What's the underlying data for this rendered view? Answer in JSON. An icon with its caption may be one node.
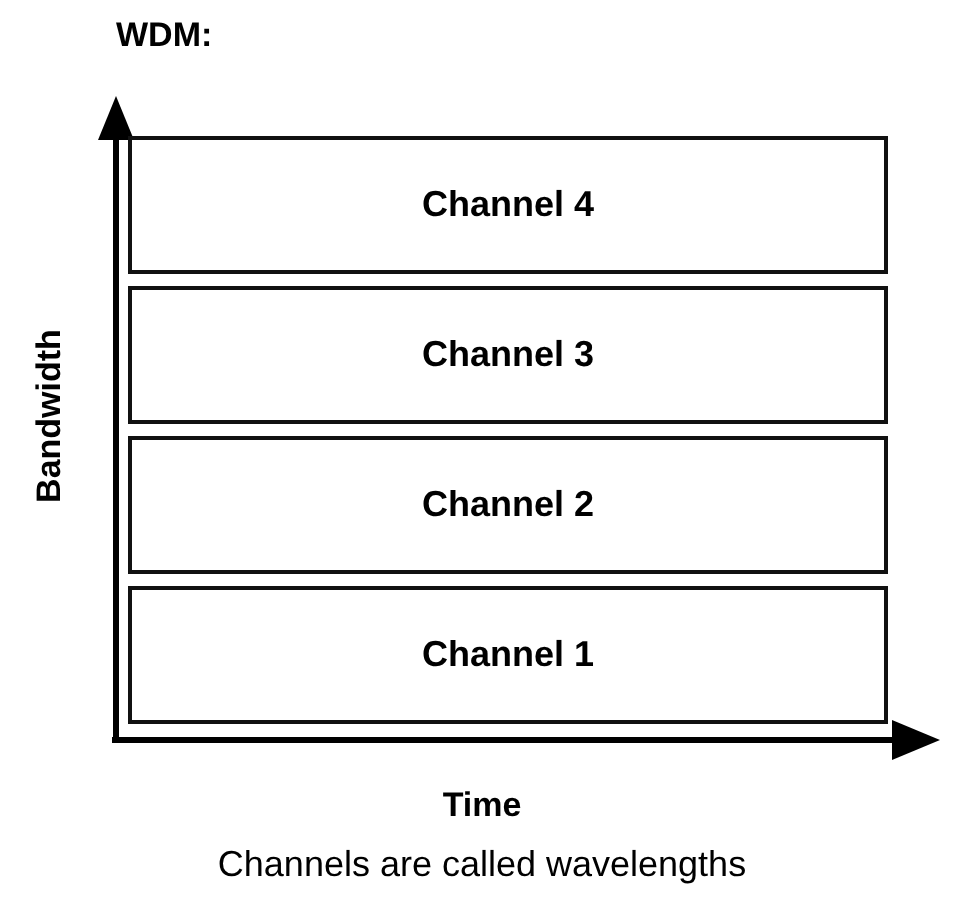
{
  "diagram": {
    "title": "WDM:",
    "nodes": [
      {
        "text": [
          "Channel 4"
        ]
      },
      {
        "text": [
          "Channel 3"
        ]
      },
      {
        "text": [
          "Channel 2"
        ]
      },
      {
        "text": [
          "Channel 1"
        ]
      }
    ],
    "labels": [
      "Bandwidth",
      "Time"
    ],
    "caption": "Channels are called wavelengths"
  }
}
